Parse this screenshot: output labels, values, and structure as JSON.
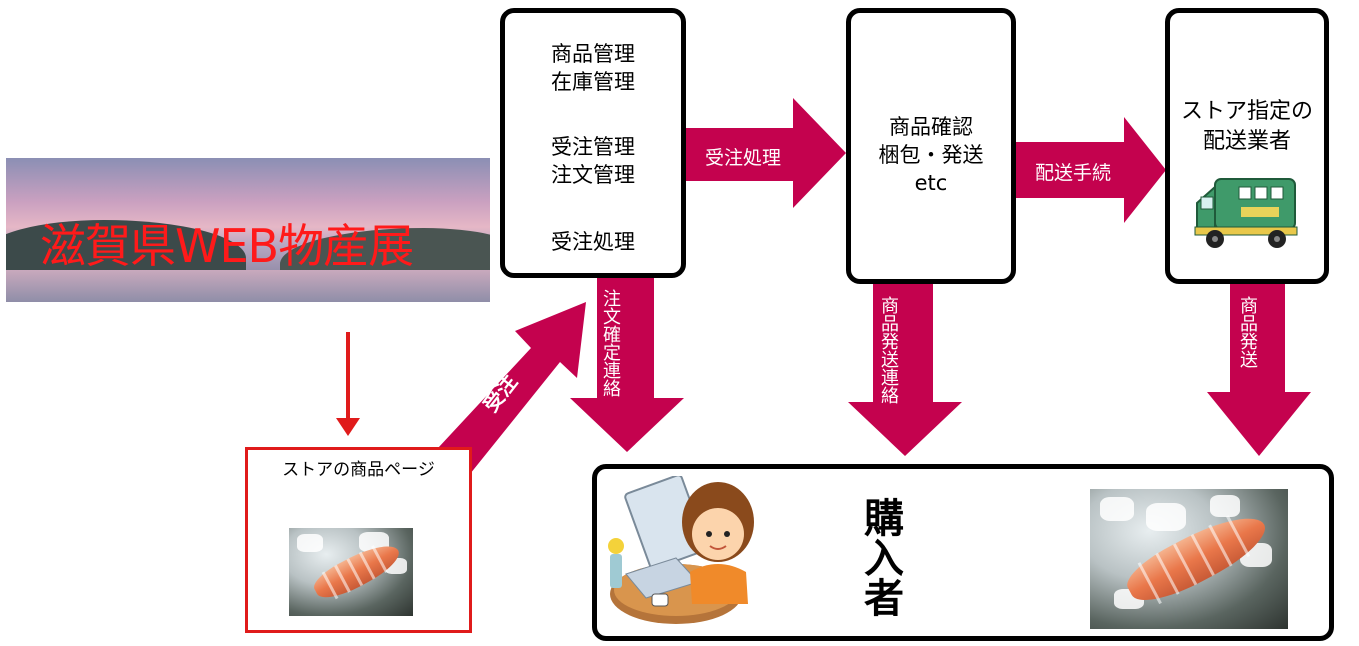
{
  "banner": {
    "title": "滋賀県WEB物産展"
  },
  "store_page": {
    "title": "ストアの商品ページ"
  },
  "management_box": {
    "lines_a": [
      "商品管理",
      "在庫管理"
    ],
    "lines_b": [
      "受注管理",
      "注文管理"
    ],
    "lines_c": [
      "受注処理"
    ]
  },
  "confirm_box": {
    "lines": [
      "商品確認",
      "梱包・発送",
      "etc"
    ]
  },
  "courier_box": {
    "lines": [
      "ストア指定の",
      "配送業者"
    ]
  },
  "buyer_box": {
    "label": "購入者"
  },
  "arrows": {
    "order_received": "受注",
    "order_processing": "受注処理",
    "shipping_procedure": "配送手続",
    "order_confirm_notice": "注文確定連絡",
    "ship_notice": "商品発送連絡",
    "product_shipping": "商品発送"
  },
  "colors": {
    "arrow": "#c4024e",
    "box_border": "#000000",
    "store_border": "#e01b1b",
    "banner_title": "#ff1a1a"
  }
}
